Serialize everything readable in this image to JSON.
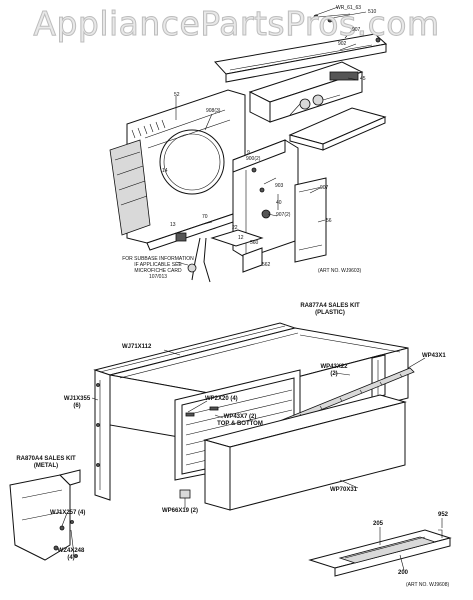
{
  "watermark": "AppliancePartsPros.com",
  "upper_assembly": {
    "part_labels": {
      "p_wr_a": "WR_61_63",
      "p_510": "510",
      "p_907a": "907",
      "p_902": "902",
      "p_45": "45",
      "p_52": "52",
      "p_908": "908(3)",
      "p_14": "14",
      "p_9": "9",
      "p_900": "900(2)",
      "p_903": "903",
      "p_907b": "907",
      "p_40": "40",
      "p_907c": "907(2)",
      "p_56": "56",
      "p_70": "70",
      "p_13": "13",
      "p_22": "22",
      "p_12": "12",
      "p_560": "560",
      "p_562": "562"
    },
    "subbase_note": [
      "FOR SUBBASE INFORMATION",
      "IF APPLICABLE SEE",
      "MICROFICHE CARD",
      "107/013"
    ],
    "art_no": "(ART NO. WJ9603)"
  },
  "lower_assembly": {
    "kit_plastic": [
      "RA877A4 SALES KIT",
      "(PLASTIC)"
    ],
    "kit_metal": [
      "RA870A4 SALES KIT",
      "(METAL)"
    ],
    "part_labels": {
      "p_wj71x112": "WJ71X112",
      "p_wj1x355": [
        "WJ1X355",
        "(6)"
      ],
      "p_wp43x22": [
        "WP43X22",
        "(2)"
      ],
      "p_wp43x1": "WP43X1",
      "p_wp2x20": "WP2X20 (4)",
      "p_wp43x7": [
        "WP43X7 (2)",
        "TOP & BOTTOM"
      ],
      "p_wp66x19": "WP66X19 (2)",
      "p_wp70x31": "WP70X31",
      "p_wj1x257": "WJ1X257 (4)",
      "p_wz4x248": [
        "WZ4X248",
        "(4)"
      ],
      "p_205": "205",
      "p_200": "200",
      "p_952": "952"
    },
    "art_no": "(ART NO. WJ9608)"
  }
}
